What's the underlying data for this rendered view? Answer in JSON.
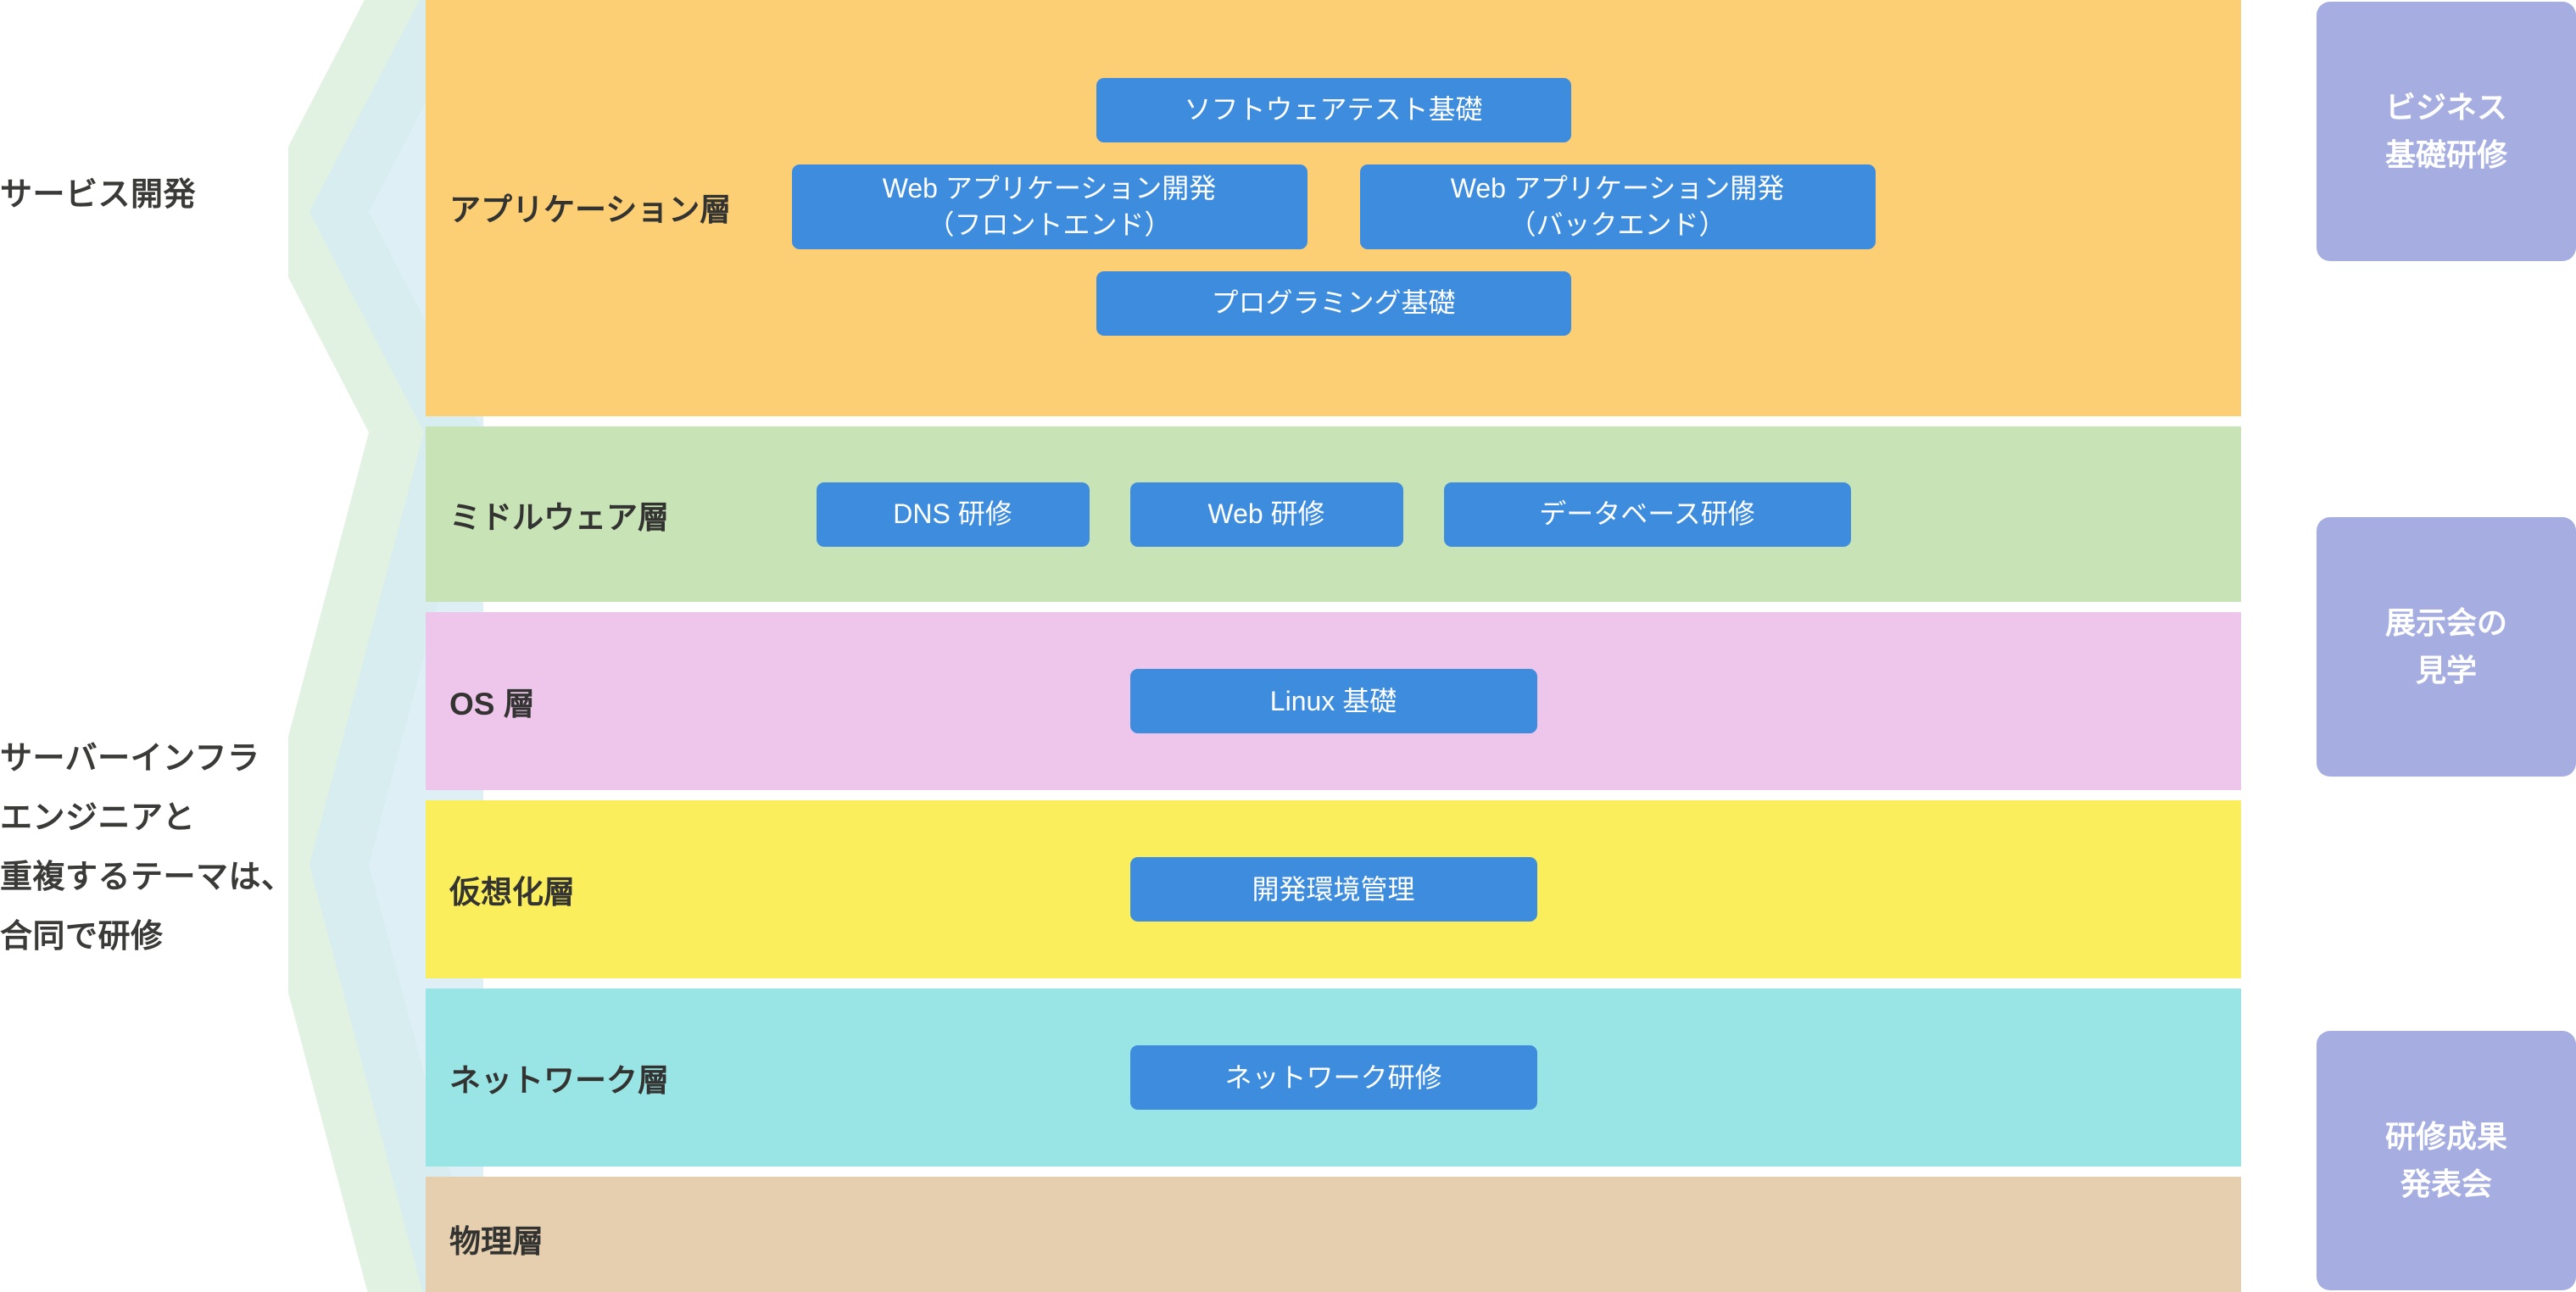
{
  "roles": [
    {
      "id": "service-development",
      "label": "サービス開発"
    },
    {
      "id": "server-infra-engineer",
      "label": "サーバーインフラ\nエンジニアと\n重複するテーマは、\n合同で研修"
    }
  ],
  "layers": [
    {
      "id": "application",
      "label": "アプリケーション層",
      "color": "#fccf74",
      "courses": [
        {
          "label": "ソフトウェアテスト基礎"
        },
        {
          "label": "Web アプリケーション開発\n（フロントエンド）"
        },
        {
          "label": "Web アプリケーション開発\n（バックエンド）"
        },
        {
          "label": "プログラミング基礎"
        }
      ]
    },
    {
      "id": "middleware",
      "label": "ミドルウェア層",
      "color": "#c8e3b6",
      "courses": [
        {
          "label": "DNS 研修"
        },
        {
          "label": "Web 研修"
        },
        {
          "label": "データベース研修"
        }
      ]
    },
    {
      "id": "os",
      "label": "OS 層",
      "color": "#eec6ec",
      "courses": [
        {
          "label": "Linux 基礎"
        }
      ]
    },
    {
      "id": "virtualization",
      "label": "仮想化層",
      "color": "#fbee5d",
      "courses": [
        {
          "label": "開発環境管理"
        }
      ]
    },
    {
      "id": "network",
      "label": "ネットワーク層",
      "color": "#99e5e5",
      "courses": [
        {
          "label": "ネットワーク研修"
        }
      ]
    },
    {
      "id": "physical",
      "label": "物理層",
      "color": "#e5cfae",
      "courses": []
    }
  ],
  "side_cards": [
    {
      "id": "business-basic-training",
      "label": "ビジネス\n基礎研修"
    },
    {
      "id": "exhibition-tour",
      "label": "展示会の\n見学"
    },
    {
      "id": "training-results-presentation",
      "label": "研修成果\n発表会"
    }
  ],
  "colors": {
    "course_box": "#3d8cde",
    "course_box_text": "#ffffff",
    "side_card": "#a6aee1",
    "side_card_text": "#ffffff",
    "label_text": "#333331",
    "role_text": "#3a3a38",
    "chevron_green": "#dceedd",
    "chevron_blue": "#d6ecf4",
    "page_background": "#ffffff"
  }
}
